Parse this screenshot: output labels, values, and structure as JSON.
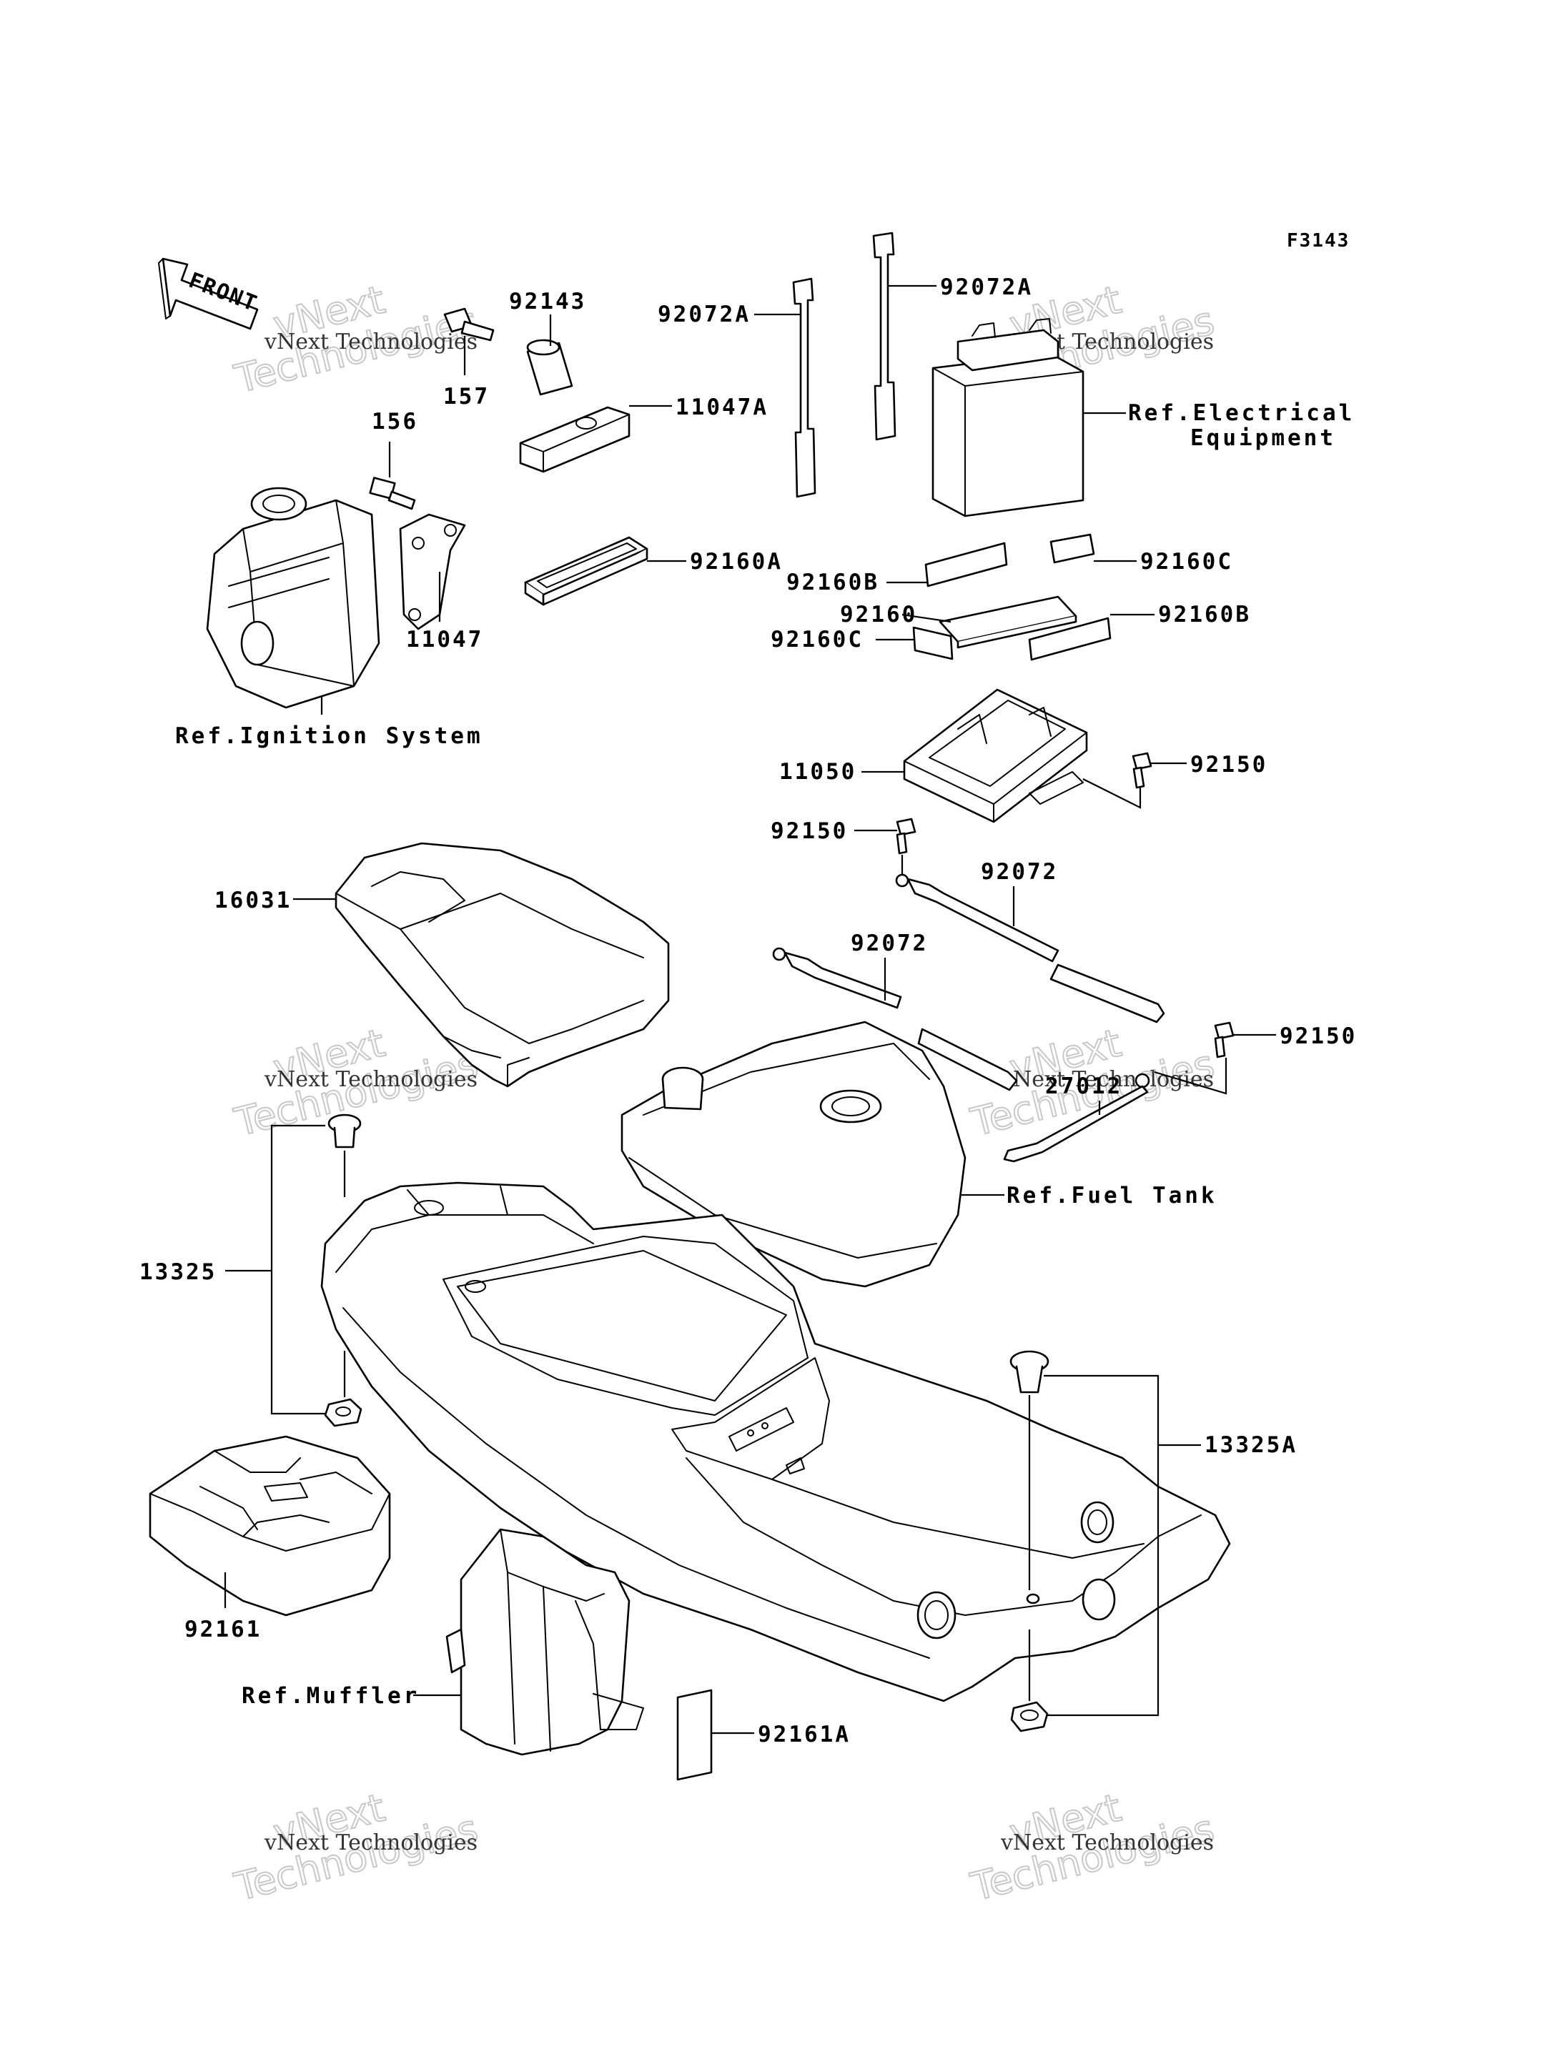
{
  "figure_code": "F3143",
  "front_label": "FRONT",
  "watermark": {
    "line1": "vNext",
    "line2": "Technologies",
    "line3": "vNext Technologies"
  },
  "callouts": {
    "p92143": "92143",
    "p157": "157",
    "p156": "156",
    "p11047A": "11047A",
    "p11047": "11047",
    "p92072A_left": "92072A",
    "p92072A_right": "92072A",
    "p92160A": "92160A",
    "p92160B_top": "92160B",
    "p92160C_top": "92160C",
    "p92160": "92160",
    "p92160B_bottom": "92160B",
    "p92160C_bottom": "92160C",
    "p11050": "11050",
    "p92150_a": "92150",
    "p92150_b": "92150",
    "p92150_c": "92150",
    "p92072_a": "92072",
    "p92072_b": "92072",
    "p27012": "27012",
    "p16031": "16031",
    "p13325": "13325",
    "p13325A": "13325A",
    "p92161": "92161",
    "p92161A": "92161A"
  },
  "references": {
    "electrical_1": "Ref.Electrical",
    "electrical_2": "Equipment",
    "ignition": "Ref.Ignition System",
    "fuel_tank": "Ref.Fuel Tank",
    "muffler": "Ref.Muffler"
  }
}
